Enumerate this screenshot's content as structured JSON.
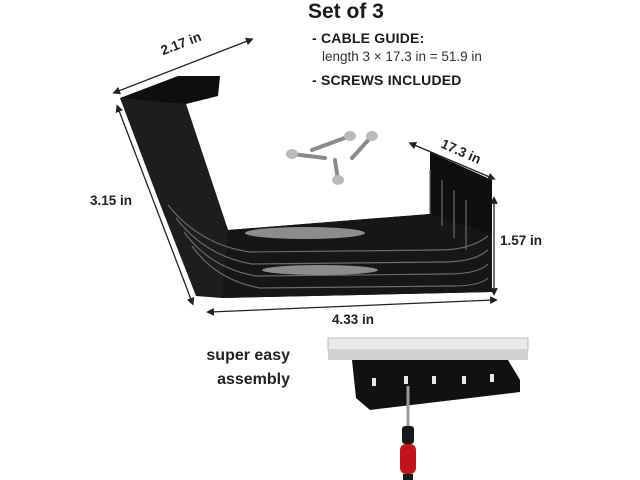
{
  "header": {
    "title": "Set of 3",
    "bullet1_label": "- CABLE GUIDE:",
    "bullet1_detail": "length 3 × 17.3 in = 51.9 in",
    "bullet2_label": "- SCREWS INCLUDED"
  },
  "dimensions": {
    "top": "2.17 in",
    "depth": "17.3 in",
    "left": "3.15 in",
    "right": "1.57 in",
    "bottom": "4.33 in"
  },
  "caption": {
    "line1": "super easy",
    "line2": "assembly"
  },
  "colors": {
    "product": "#111111",
    "dimension_line": "#222222",
    "desk": "#e9e9e9",
    "screwdriver_handle": "#c0141a"
  }
}
